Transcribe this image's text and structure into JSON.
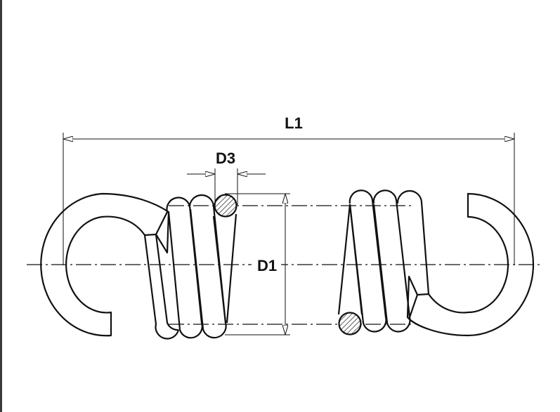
{
  "diagram": {
    "labels": {
      "overall_length": "L1",
      "wire_diameter": "D3",
      "coil_diameter": "D1"
    },
    "colors": {
      "line": "#111111",
      "hatch_fill": "#bdbdbd",
      "background": "#ffffff"
    }
  }
}
